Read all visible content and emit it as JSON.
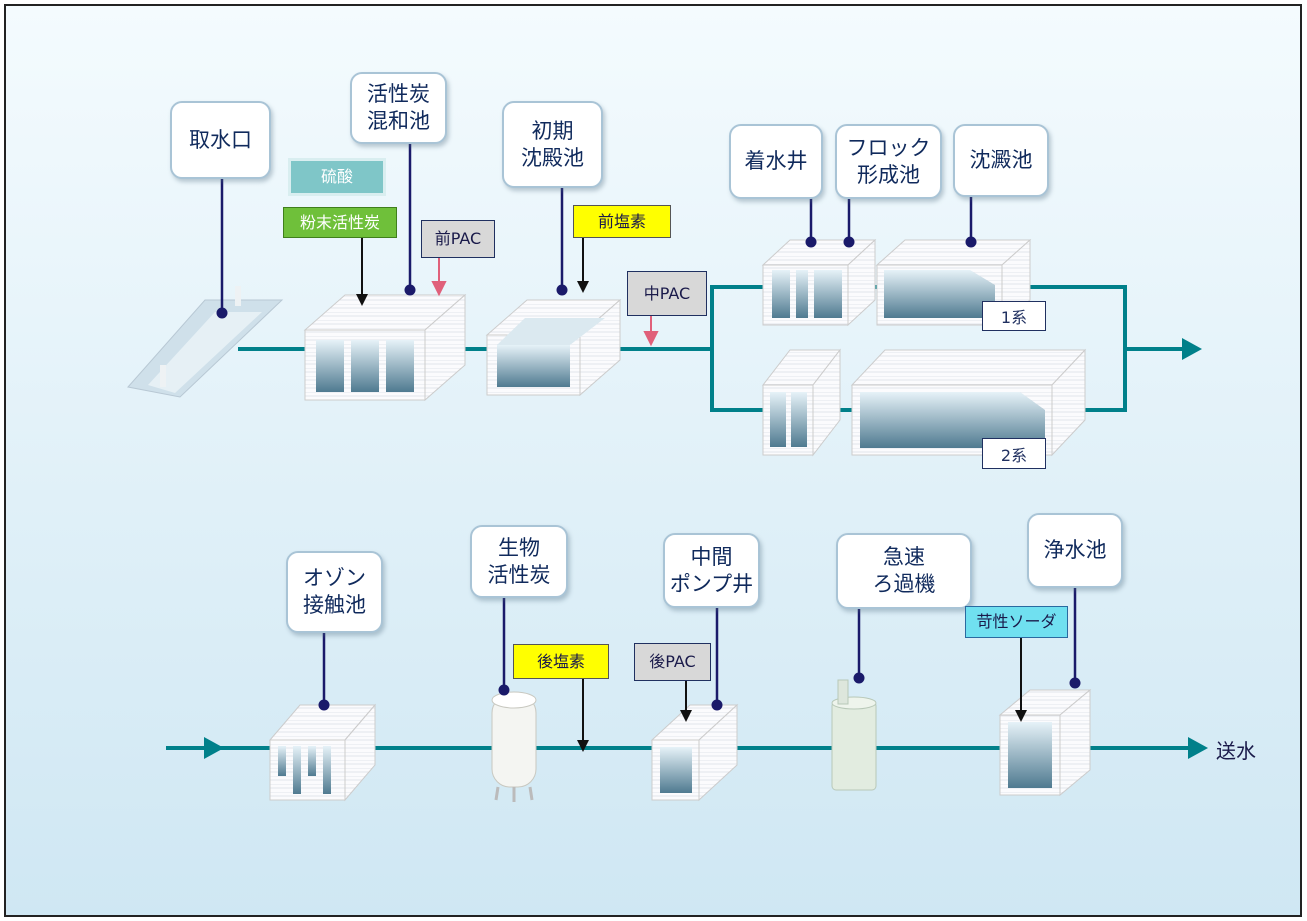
{
  "stages": {
    "intake": "取水口",
    "pac_mix": "活性炭\n混和池",
    "pre_sed": "初期\n沈殿池",
    "receiving_well": "着水井",
    "floc": "フロック\n形成池",
    "sed": "沈澱池",
    "ozone": "オゾン\n接触池",
    "bac": "生物\n活性炭",
    "mid_pump": "中間\nポンプ井",
    "rapid_filter": "急速\nろ過機",
    "clear_well": "浄水池"
  },
  "chemicals": {
    "sulfuric_acid": "硫酸",
    "powdered_carbon": "粉末活性炭",
    "pre_pac": "前PAC",
    "pre_chlorine": "前塩素",
    "mid_pac": "中PAC",
    "post_chlorine": "後塩素",
    "post_pac": "後PAC",
    "caustic_soda": "苛性ソーダ"
  },
  "systems": {
    "line1": "1系",
    "line2": "2系"
  },
  "output": {
    "label": "送水"
  },
  "colors": {
    "pipe": "#00808a",
    "leader": "#1a1a6a",
    "frame": "#222222",
    "pac_arrow": "#e0607a",
    "background_top": "#f4fbfe",
    "background_bottom": "#cfe7f3"
  }
}
